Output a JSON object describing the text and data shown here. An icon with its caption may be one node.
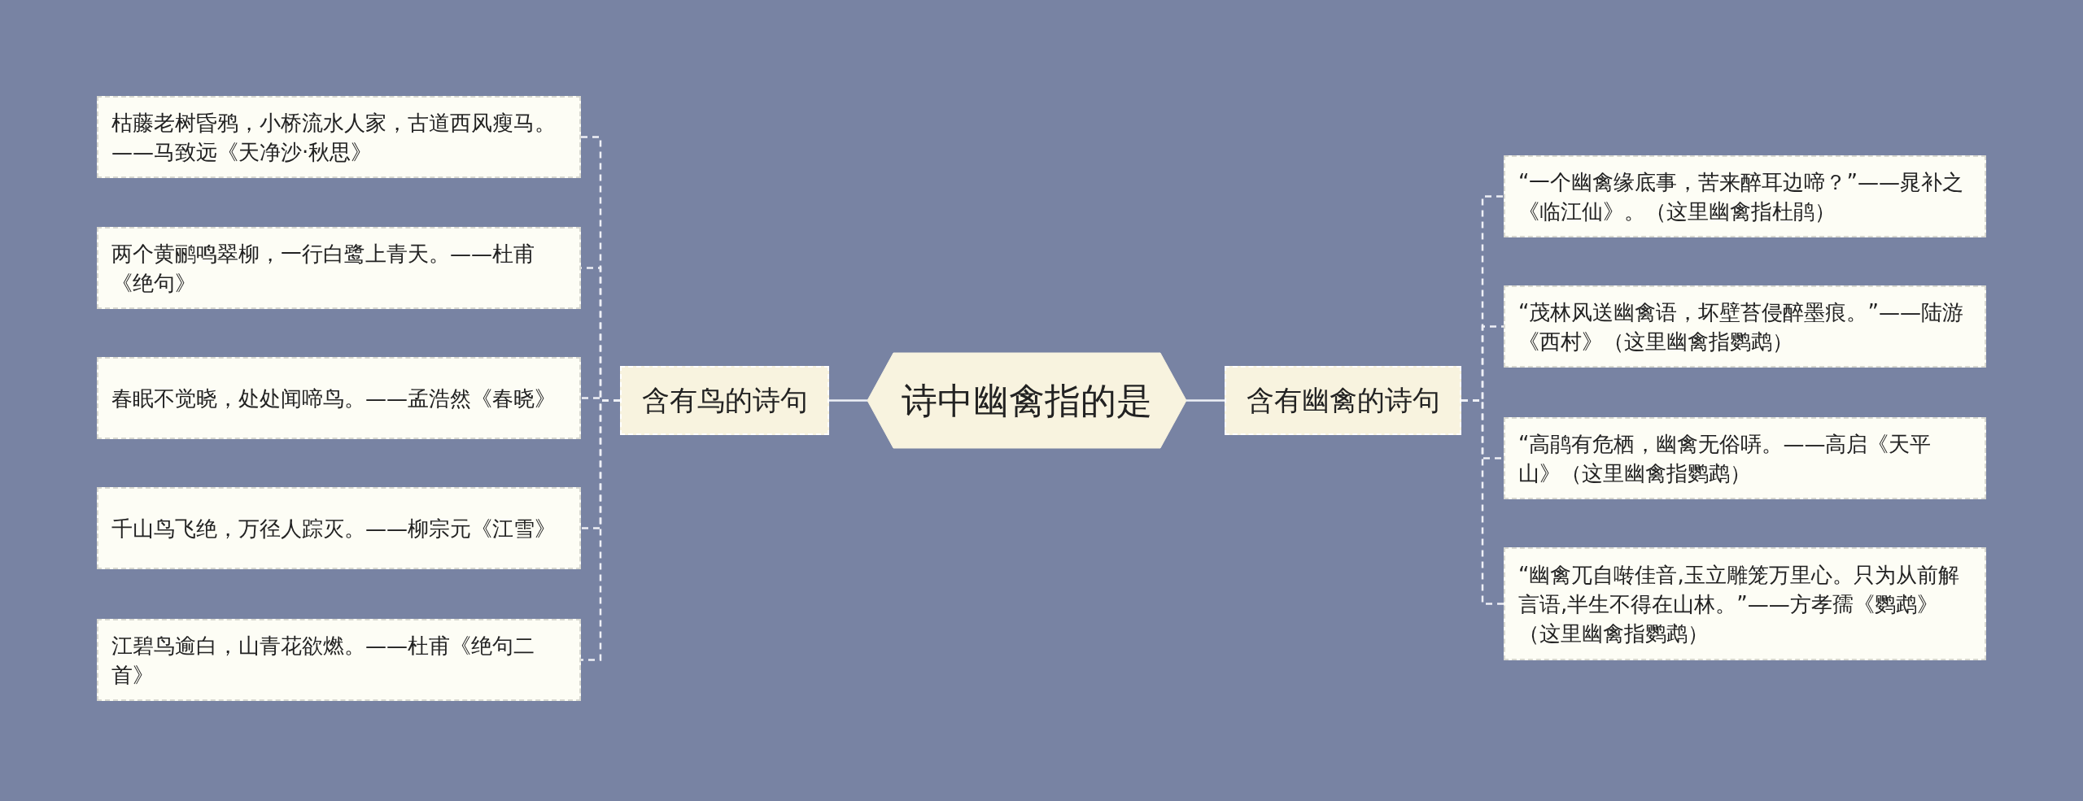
{
  "diagram": {
    "nodes": [
      {
        "text": [
          "诗中幽禽指的是"
        ]
      },
      {
        "text": [
          "含有鸟的诗句"
        ]
      },
      {
        "text": [
          "枯藤老树昏鸦，小桥流水人家，古道西风瘦马。——马致远《天净沙·秋思》"
        ]
      },
      {
        "text": [
          "两个黄鹂鸣翠柳，一行白鹭上青天。——杜甫《绝句》"
        ]
      },
      {
        "text": [
          "春眠不觉晓，处处闻啼鸟。——孟浩然《春晓》"
        ]
      },
      {
        "text": [
          "千山鸟飞绝，万径人踪灭。——柳宗元《江雪》"
        ]
      },
      {
        "text": [
          "江碧鸟逾白，山青花欲燃。——杜甫《绝句二首》"
        ]
      },
      {
        "text": [
          "含有幽禽的诗句"
        ]
      },
      {
        "text": [
          "“一个幽禽缘底事，苦来醉耳边啼？”——晁补之《临江仙》。（这里幽禽指杜鹃）"
        ]
      },
      {
        "text": [
          "“茂林风送幽禽语，坏壁苔侵醉墨痕。”——陆游《西村》（这里幽禽指鹦鹉）"
        ]
      },
      {
        "text": [
          "“高鹃有危栖，幽禽无俗哢。——高启《天平山》（这里幽禽指鹦鹉）"
        ]
      },
      {
        "text": [
          "“幽禽兀自啭佳音,玉立雕笼万里心。只为从前解言语,半生不得在山林。”——方孝孺《鹦鹉》（这里幽禽指鹦鹉）"
        ]
      }
    ],
    "edges": [
      {
        "from": 0,
        "to": 1,
        "arrow": "none"
      },
      {
        "from": 1,
        "to": 2,
        "arrow": "none",
        "style": "dashed"
      },
      {
        "from": 1,
        "to": 3,
        "arrow": "none",
        "style": "dashed"
      },
      {
        "from": 1,
        "to": 4,
        "arrow": "none",
        "style": "dashed"
      },
      {
        "from": 1,
        "to": 5,
        "arrow": "none",
        "style": "dashed"
      },
      {
        "from": 1,
        "to": 6,
        "arrow": "none",
        "style": "dashed"
      },
      {
        "from": 0,
        "to": 7,
        "arrow": "none"
      },
      {
        "from": 7,
        "to": 8,
        "arrow": "none",
        "style": "dashed"
      },
      {
        "from": 7,
        "to": 9,
        "arrow": "none",
        "style": "dashed"
      },
      {
        "from": 7,
        "to": 10,
        "arrow": "none",
        "style": "dashed"
      },
      {
        "from": 7,
        "to": 11,
        "arrow": "none",
        "style": "dashed"
      }
    ]
  }
}
